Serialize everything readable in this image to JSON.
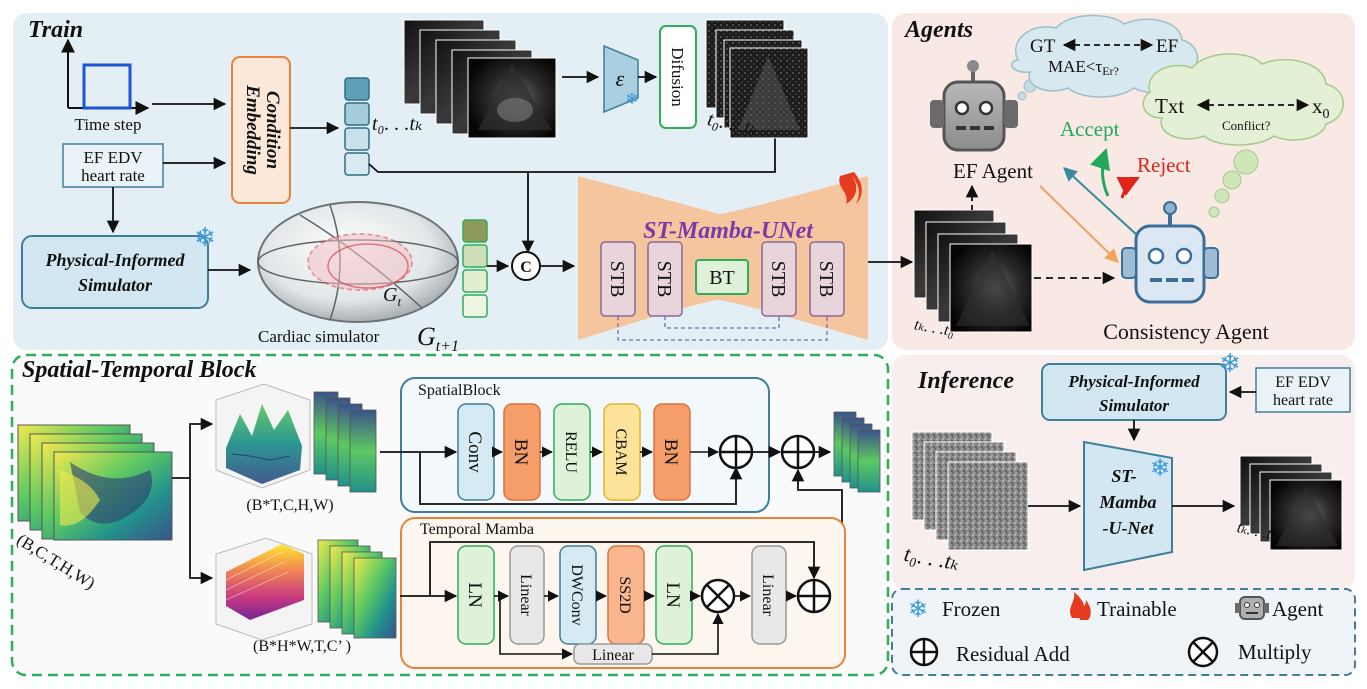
{
  "colors": {
    "train_bg": "#e4eff5",
    "agents_bg": "#f8e9e4",
    "stb_panel_border": "#2fae5a",
    "unet_body": "#f5c69d",
    "stb_box": "#e8d5dc",
    "bt_box": "#dff2d9",
    "conv_box": "#d6eaf3",
    "bn_box": "#f59e6a",
    "relu_box": "#dff2d9",
    "cbam_box": "#fde39a",
    "ln_box": "#dff2d9",
    "linear_box": "#e8e8e8",
    "ss2d_box": "#f9b68f",
    "accept": "#21a85b",
    "reject": "#e0241c",
    "legend_border": "#3f7f9a"
  },
  "train": {
    "title": "Train",
    "time_step": "Time step",
    "inputs_line1": "EF  EDV",
    "inputs_line2": "heart rate",
    "condition_line1": "Condition",
    "condition_line2": "Embedding",
    "simulator_line1": "Physical-Informed",
    "simulator_line2": "Simulator",
    "cardiac_label": "Cardiac simulator",
    "g_t": "G",
    "g_t_sub": "t",
    "g_t1": "G",
    "g_t1_sub": "t+1",
    "concat": "C",
    "encoder": "ε",
    "diffusion": "Difusion",
    "frames_in_label": "t₀. . .tₖ",
    "frames_noisy_label": "t₀. . .tₖ",
    "unet_title": "ST-Mamba-UNet",
    "stb": "STB",
    "bt": "BT"
  },
  "agents": {
    "title": "Agents",
    "ef_agent": "EF Agent",
    "consistency_agent": "Consistency Agent",
    "accept": "Accept",
    "reject": "Reject",
    "bubble1_gt": "GT",
    "bubble1_ef": "EF",
    "bubble1_mae": "MAE<τ",
    "bubble1_mae_sub": "Er?",
    "bubble2_txt": "Txt",
    "bubble2_x": "x",
    "bubble2_x_sub": "0",
    "bubble2_conflict": "Conflict?",
    "frames_label": "tₖ. . .t₀"
  },
  "stb_panel": {
    "title": "Spatial-Temporal Block",
    "input_shape": "(B,C,T,H,W)",
    "spatial_shape": "(B*T,C,H,W)",
    "temporal_shape": "(B*H*W,T,C’ )",
    "spatial_block": "SpatialBlock",
    "temporal_mamba": "Temporal Mamba",
    "conv": "Conv",
    "bn": "BN",
    "relu": "RELU",
    "cbam": "CBAM",
    "ln": "LN",
    "linear": "Linear",
    "dwconv": "DWConv",
    "ss2d": "SS2D"
  },
  "inference": {
    "title": "Inference",
    "simulator_line1": "Physical-Informed",
    "simulator_line2": "Simulator",
    "inputs_line1": "EF  EDV",
    "inputs_line2": "heart rate",
    "model_line1": "ST-",
    "model_line2": "Mamba",
    "model_line3": "-U-Net",
    "noise_label": "t₀. . .tₖ",
    "out_label": "tₖ. . .t₀"
  },
  "legend": {
    "frozen": "Frozen",
    "trainable": "Trainable",
    "agent": "Agent",
    "residual_add": "Residual Add",
    "multiply": "Multiply"
  },
  "icons": {
    "frozen": "snowflake-icon",
    "trainable": "flame-icon",
    "agent": "robot-icon",
    "residual": "circle-plus-icon",
    "multiply": "circle-times-icon"
  }
}
